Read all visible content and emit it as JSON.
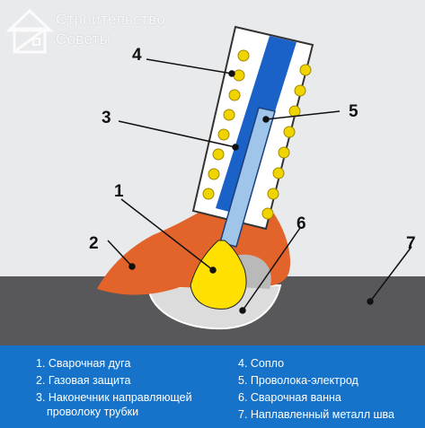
{
  "watermark": {
    "line1": "Строительство",
    "line2": "Советы",
    "icon": "house-icon"
  },
  "callouts": [
    "1",
    "2",
    "3",
    "4",
    "5",
    "6",
    "7"
  ],
  "legend": {
    "left": [
      "1. Сварочная дуга",
      "2. Газовая защита",
      "3. Наконечник направляющей",
      "проволоку трубки"
    ],
    "right": [
      "4. Сопло",
      "5. Проволока-электрод",
      "6. Сварочная ванна",
      "7. Наплавленный металл шва"
    ]
  },
  "colors": {
    "background": "#e9eaec",
    "legend_bg": "#1673c9",
    "metal": "#58585a",
    "gas": "#e2642a",
    "arc": "#ffe000",
    "nozzle": "#ffffff",
    "coil": "#f0d400",
    "wire_guide": "#1a62c8",
    "electrode": "#9fc6ea"
  }
}
